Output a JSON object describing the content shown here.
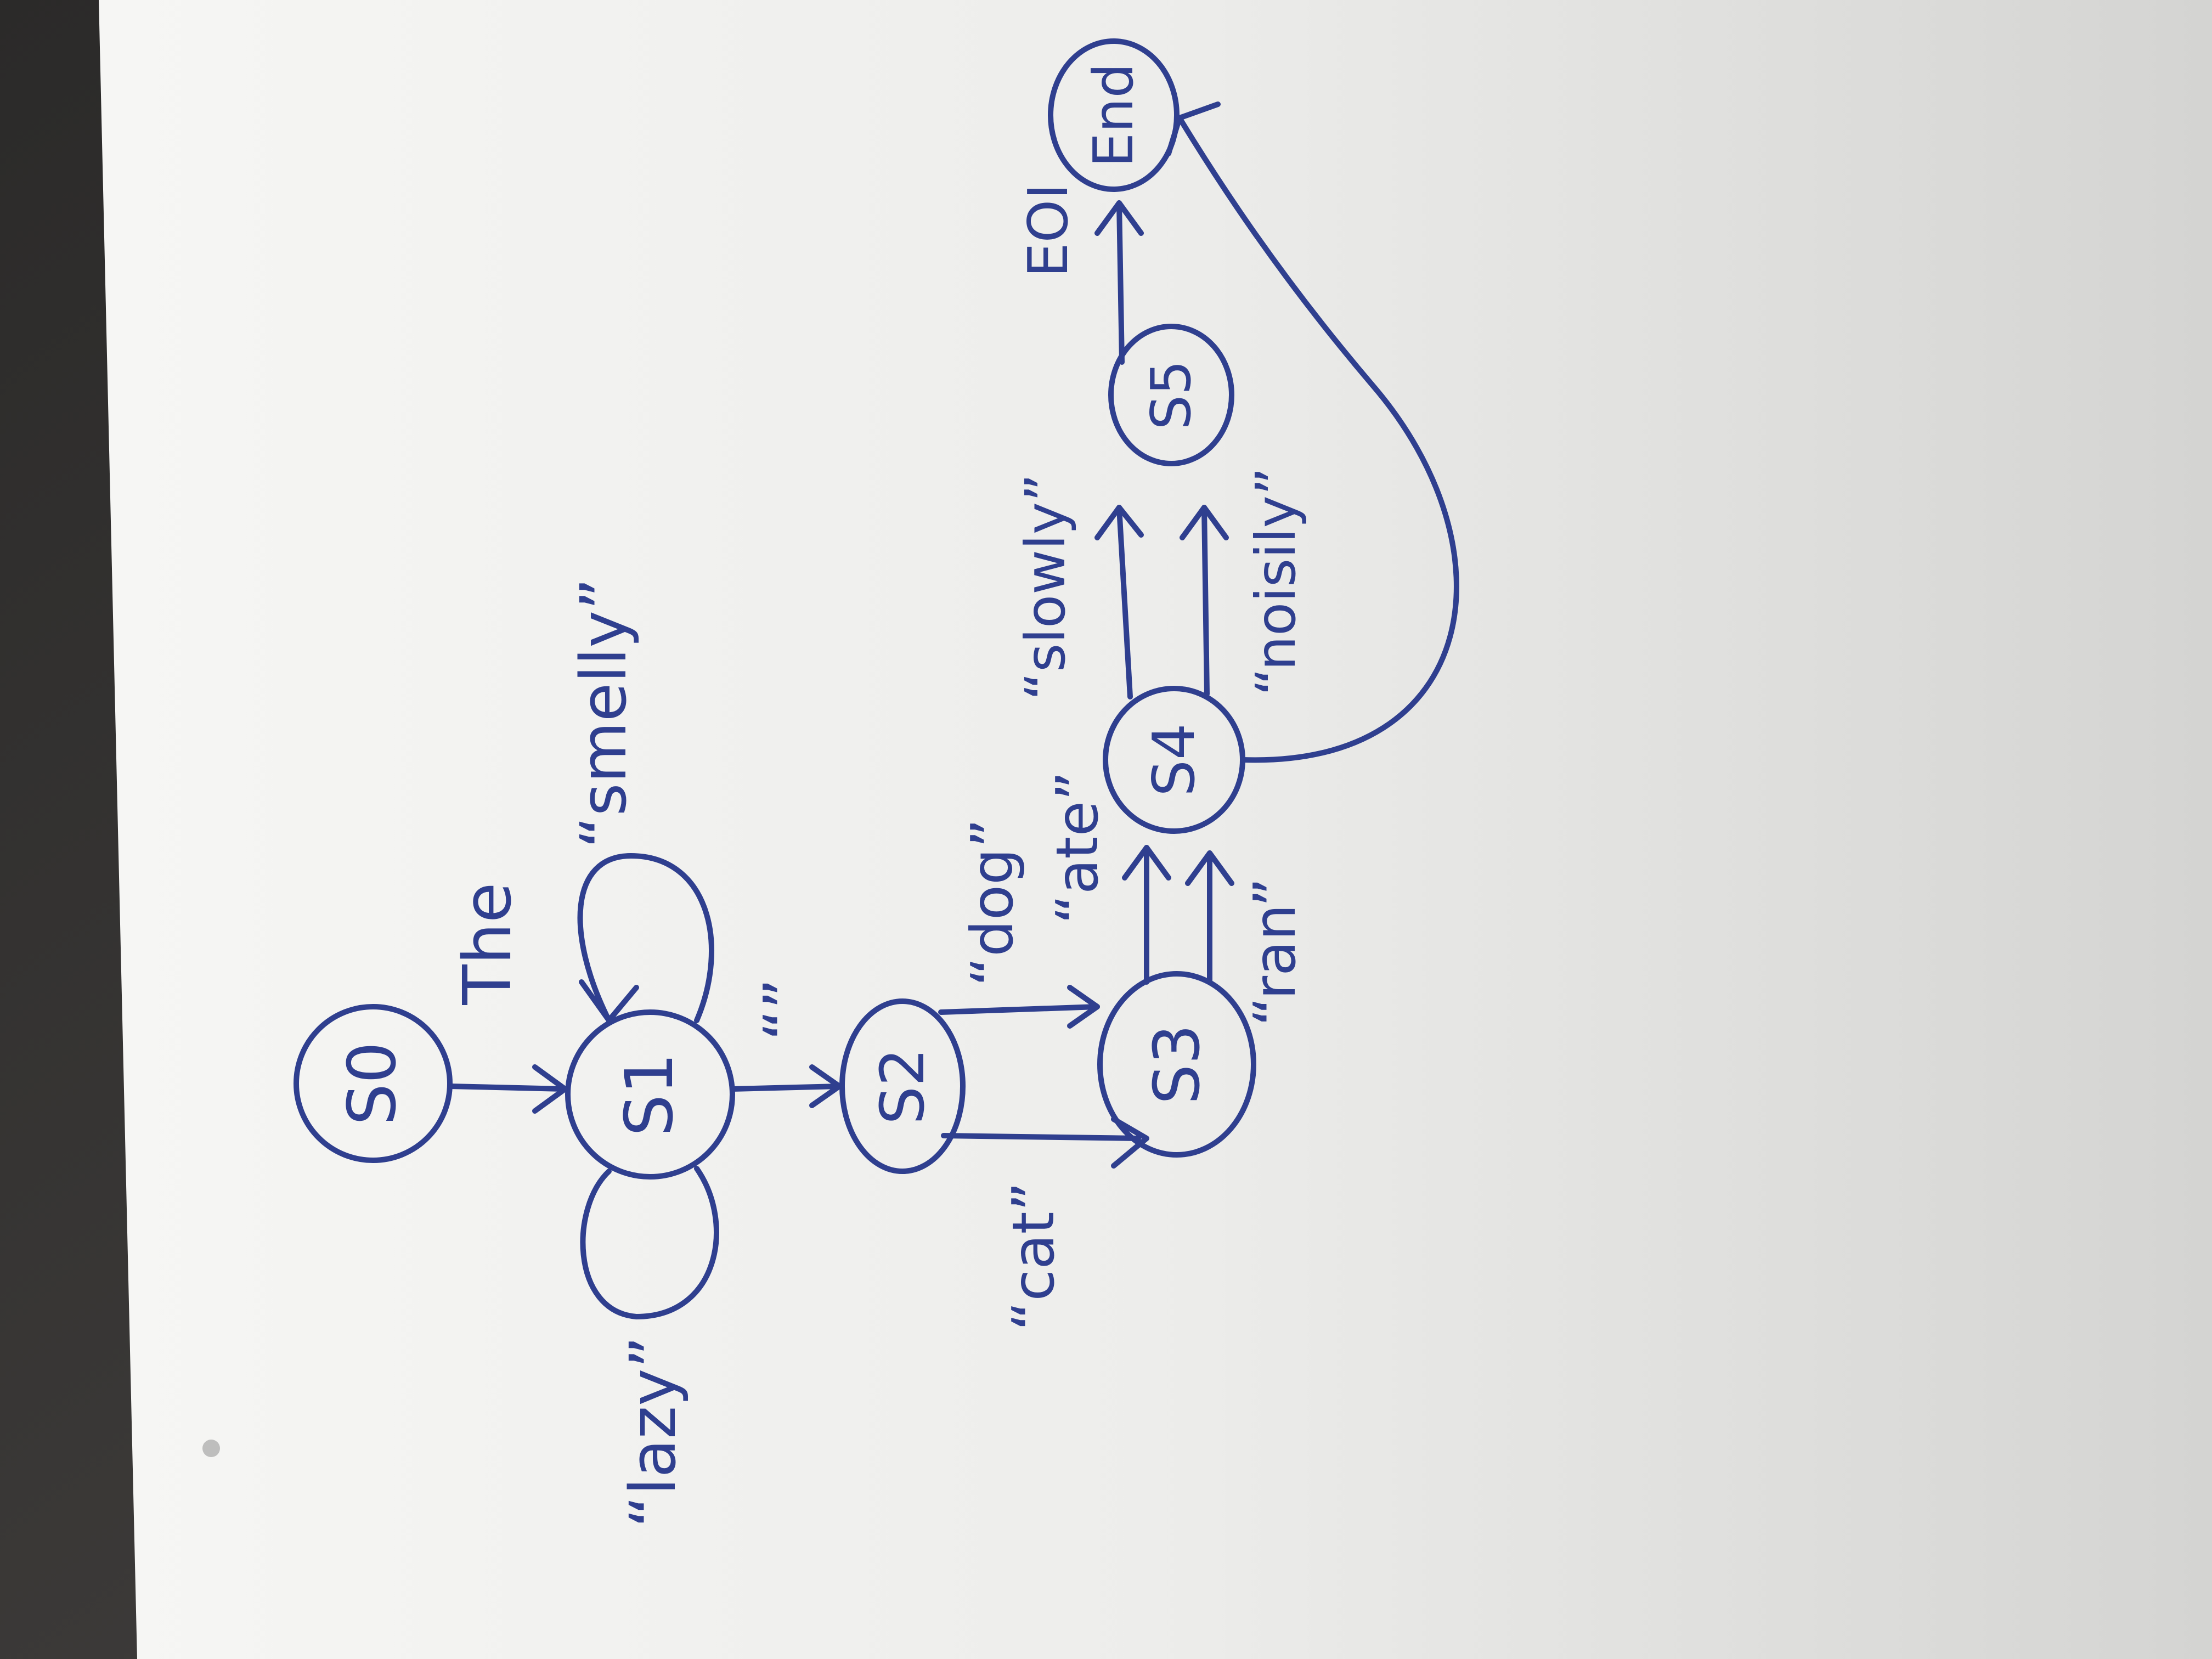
{
  "colors": {
    "table": "#3a3836",
    "paper": "#eeeeec",
    "ink": "#2f3f8f"
  },
  "nodes": {
    "s0": "S0",
    "s1": "S1",
    "s2": "S2",
    "s3": "S3",
    "s4": "S4",
    "s5": "S5",
    "end": "End"
  },
  "edges": {
    "s0_s1": "The",
    "s1_self_top": "“smelly”",
    "s1_self_bottom": "“lazy”",
    "s1_s2": "“”",
    "s2_s3_top": "“dog”",
    "s2_s3_bottom": "“cat”",
    "s3_s4_top": "“ate”",
    "s3_s4_bottom": "“ran”",
    "s4_top": "“slowly”",
    "s4_bottom": "“noisily”",
    "s5_end": "EOI"
  }
}
